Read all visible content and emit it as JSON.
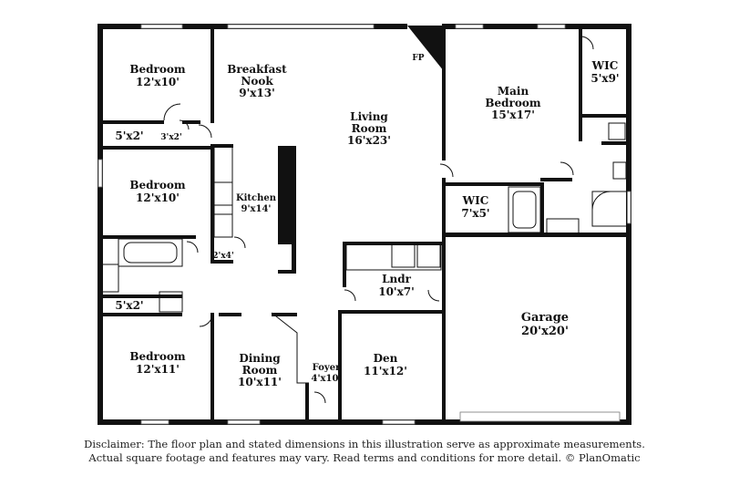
{
  "rooms": {
    "bedroom1": {
      "name": "Bedroom",
      "dim": "12'x10'"
    },
    "breakfast": {
      "name1": "Breakfast",
      "name2": "Nook",
      "dim": "9'x13'"
    },
    "living": {
      "name1": "Living",
      "name2": "Room",
      "dim": "16'x23'"
    },
    "fp": {
      "name": "FP"
    },
    "main_bed": {
      "name1": "Main",
      "name2": "Bedroom",
      "dim": "15'x17'"
    },
    "wic_main": {
      "name": "WIC",
      "dim": "5'x9'"
    },
    "closet1": {
      "dim": "5'x2'"
    },
    "closet2": {
      "dim": "3'x2'"
    },
    "bedroom2": {
      "name": "Bedroom",
      "dim": "12'x10'"
    },
    "kitchen": {
      "name": "Kitchen",
      "dim": "9'x14'"
    },
    "wic2": {
      "name": "WIC",
      "dim": "7'x5'"
    },
    "pantry": {
      "dim": "2'x4'"
    },
    "laundry": {
      "name": "Lndr",
      "dim": "10'x7'"
    },
    "garage": {
      "name": "Garage",
      "dim": "20'x20'"
    },
    "closet3": {
      "dim": "5'x2'"
    },
    "bedroom3": {
      "name": "Bedroom",
      "dim": "12'x11'"
    },
    "dining": {
      "name1": "Dining",
      "name2": "Room",
      "dim": "10'x11'"
    },
    "foyer": {
      "name": "Foyer",
      "dim": "4'x10'"
    },
    "den": {
      "name": "Den",
      "dim": "11'x12'"
    }
  },
  "disclaimer": {
    "line1": "Disclaimer: The floor plan and stated dimensions in this illustration serve as approximate measurements.",
    "line2": "Actual square footage and features may vary. Read terms and conditions for more detail. © PlanOmatic"
  }
}
